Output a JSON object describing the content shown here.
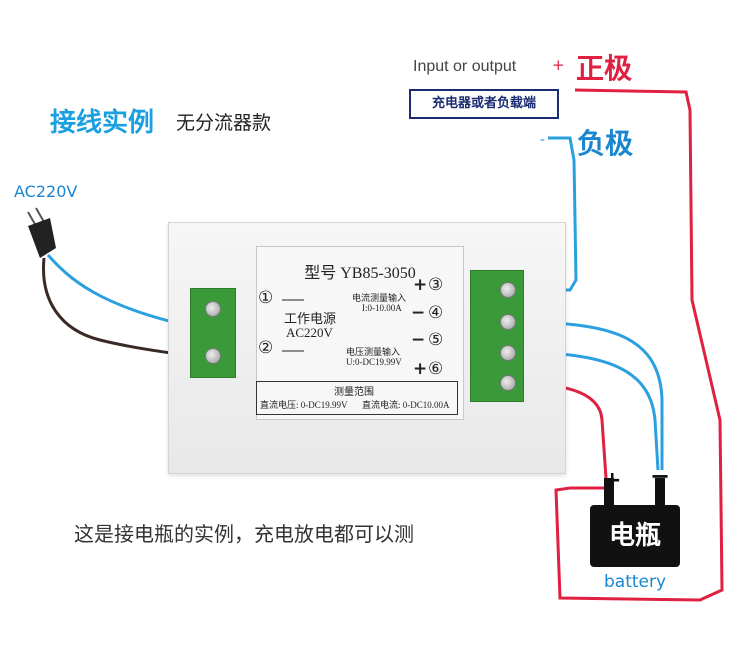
{
  "title": {
    "main": "接线实例",
    "sub": "无分流器款"
  },
  "power": {
    "label": "AC220V"
  },
  "io": {
    "label": "Input or output",
    "plus": "+",
    "positive_pole": "正极",
    "box_text": "充电器或者负载端",
    "minus": "-",
    "negative_pole": "负极"
  },
  "device": {
    "model": "型号 YB85-3050",
    "terminal1": "①",
    "terminal2": "②",
    "work_power": "工作电源",
    "work_voltage": "AC220V",
    "current_input": "电流测量输入",
    "current_range": "I:0-10.00A",
    "voltage_input": "电压测量输入",
    "voltage_range": "U:0-DC19.99V",
    "t3": "③",
    "t4": "④",
    "t5": "⑤",
    "t6": "⑥",
    "s3": "+",
    "s4": "−",
    "s5": "−",
    "s6": "+",
    "range_title": "测量范围",
    "range_voltage": "直流电压: 0-DC19.99V",
    "range_current": "直流电流: 0-DC10.00A"
  },
  "caption": "这是接电瓶的实例，充电放电都可以测",
  "battery": {
    "name": "电瓶",
    "label": "battery",
    "plus": "+",
    "minus": "−"
  },
  "colors": {
    "positive": "#e02040",
    "negative": "#2aa0e0",
    "title": "#1aa0e0",
    "terminal": "#3a9a3a"
  }
}
